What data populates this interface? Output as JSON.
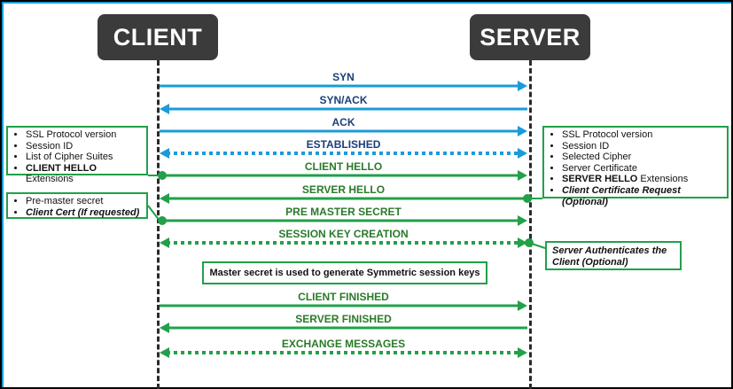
{
  "client_label": "CLIENT",
  "server_label": "SERVER",
  "colors": {
    "blue": "#1b9bd7",
    "green": "#22a04a",
    "label_blue": "#1a3f7a",
    "label_green": "#2a7a2a"
  },
  "messages": [
    {
      "label": "SYN",
      "direction": "client-to-server",
      "color": "blue",
      "style": "solid"
    },
    {
      "label": "SYN/ACK",
      "direction": "server-to-client",
      "color": "blue",
      "style": "solid"
    },
    {
      "label": "ACK",
      "direction": "client-to-server",
      "color": "blue",
      "style": "solid"
    },
    {
      "label": "ESTABLISHED",
      "direction": "both",
      "color": "blue",
      "style": "dotted"
    },
    {
      "label": "CLIENT HELLO",
      "direction": "client-to-server",
      "color": "green",
      "style": "solid"
    },
    {
      "label": "SERVER HELLO",
      "direction": "server-to-client",
      "color": "green",
      "style": "solid"
    },
    {
      "label": "PRE MASTER SECRET",
      "direction": "client-to-server",
      "color": "green",
      "style": "solid"
    },
    {
      "label": "SESSION KEY CREATION",
      "direction": "both",
      "color": "green",
      "style": "dotted"
    },
    {
      "label": "CLIENT FINISHED",
      "direction": "client-to-server",
      "color": "green",
      "style": "solid"
    },
    {
      "label": "SERVER FINISHED",
      "direction": "server-to-client",
      "color": "green",
      "style": "solid"
    },
    {
      "label": "EXCHANGE MESSAGES",
      "direction": "both",
      "color": "green",
      "style": "dotted"
    }
  ],
  "client_hello_box": {
    "items": [
      "SSL Protocol version",
      "Session ID",
      "List of Cipher Suites"
    ],
    "last_bold": "CLIENT HELLO",
    "last_rest": " Extensions"
  },
  "client_cert_box": {
    "item1": "Pre-master secret",
    "item2": "Client Cert (If requested)"
  },
  "server_hello_box": {
    "items": [
      "SSL Protocol version",
      "Session ID",
      "Selected Cipher",
      "Server Certificate"
    ],
    "bold_item_bold": "SERVER HELLO",
    "bold_item_rest": " Extensions",
    "last": "Client Certificate Request (Optional)"
  },
  "server_auth_note": "Server Authenticates the Client (Optional)",
  "master_secret_note": "Master secret is used to generate Symmetric session keys"
}
